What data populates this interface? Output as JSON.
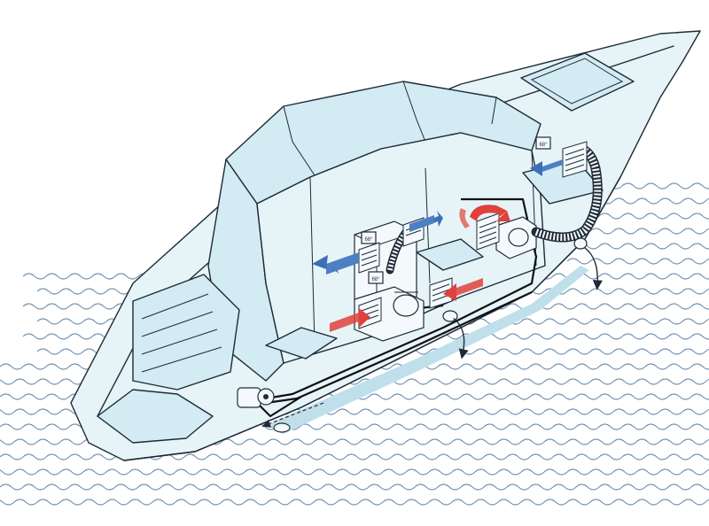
{
  "diagram": {
    "subject": "",
    "colors": {
      "background": "#ffffff",
      "hull_fill": "#e6f4f8",
      "glass_fill": "#d3ebf2",
      "outline": "#1f2a36",
      "water_waves": "#6f8fb0",
      "cool_air_arrow": "#3d6fb6",
      "warm_air_arrow": "#e0413b",
      "plumbing": "#111111"
    },
    "icons": [
      "boat-hull-icon",
      "air-conditioner-unit-icon",
      "air-vent-grille-icon",
      "thermostat-panel-icon",
      "flexible-duct-icon",
      "sea-water-pump-icon",
      "through-hull-fitting-icon",
      "cool-air-arrow-icon",
      "warm-air-arrow-icon",
      "water-discharge-arrow-icon"
    ],
    "thermostats": [
      {
        "text": "68°"
      },
      {
        "text": "68°"
      },
      {
        "text": "68°"
      }
    ]
  }
}
